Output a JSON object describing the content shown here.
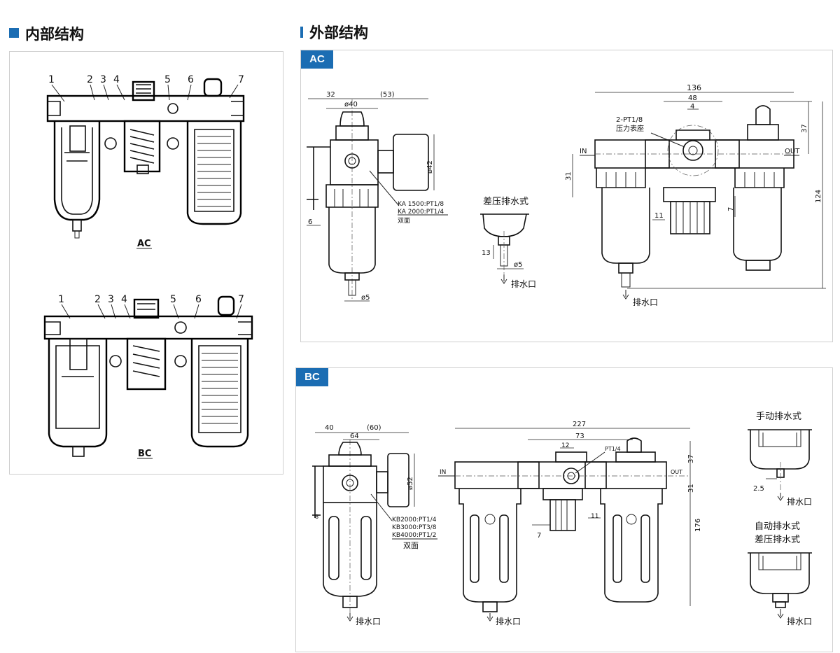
{
  "internal": {
    "title": "内部结构",
    "ac": {
      "label": "AC",
      "callouts": [
        "1",
        "2",
        "3",
        "4",
        "5",
        "6",
        "7"
      ]
    },
    "bc": {
      "label": "BC",
      "callouts": [
        "1",
        "2",
        "3",
        "4",
        "5",
        "6",
        "7"
      ]
    }
  },
  "external": {
    "title": "外部结构",
    "ac": {
      "tag": "AC",
      "side": {
        "dim_width": "32",
        "dim_gauge": "(53)",
        "dim_dia": "ø40",
        "dim_gauge_dia": "ø42",
        "dim_base": "6",
        "ports": [
          "KA 1500:PT1/8",
          "KA 2000:PT1/4",
          "双面"
        ],
        "drain_dia": "ø5"
      },
      "drain_detail": {
        "title": "差压排水式",
        "dim_h": "13",
        "dim_dia": "ø5",
        "drain_label": "排水口"
      },
      "front": {
        "dim_total": "136",
        "dim_48": "48",
        "dim_4": "4",
        "gauge_port": "2-PT1/8",
        "gauge_seat": "压力表座",
        "in": "IN",
        "out": "OUT",
        "dim_37": "37",
        "dim_124": "124",
        "dim_31": "31",
        "dim_11": "11",
        "dim_7": "7",
        "drain_label": "排水口"
      }
    },
    "bc": {
      "tag": "BC",
      "side": {
        "dim_width": "40",
        "dim_gauge": "(60)",
        "dim_64": "64",
        "dim_gauge_dia": "ø52",
        "dim_base": "8",
        "ports": [
          "KB2000:PT1/4",
          "KB3000:PT3/8",
          "KB4000:PT1/2"
        ],
        "double": "双面",
        "drain_label": "排水口"
      },
      "front": {
        "dim_total": "227",
        "dim_73": "73",
        "dim_12": "12",
        "gauge_port": "PT1/4",
        "in": "IN",
        "out": "OUT",
        "dim_37": "37",
        "dim_31": "31",
        "dim_176": "176",
        "dim_7": "7",
        "dim_11": "11",
        "drain_label": "排水口"
      },
      "manual": {
        "title": "手动排水式",
        "dim": "2.5",
        "drain_label": "排水口"
      },
      "auto": {
        "title_1": "自动排水式",
        "title_2": "差压排水式",
        "drain_label": "排水口"
      }
    }
  }
}
